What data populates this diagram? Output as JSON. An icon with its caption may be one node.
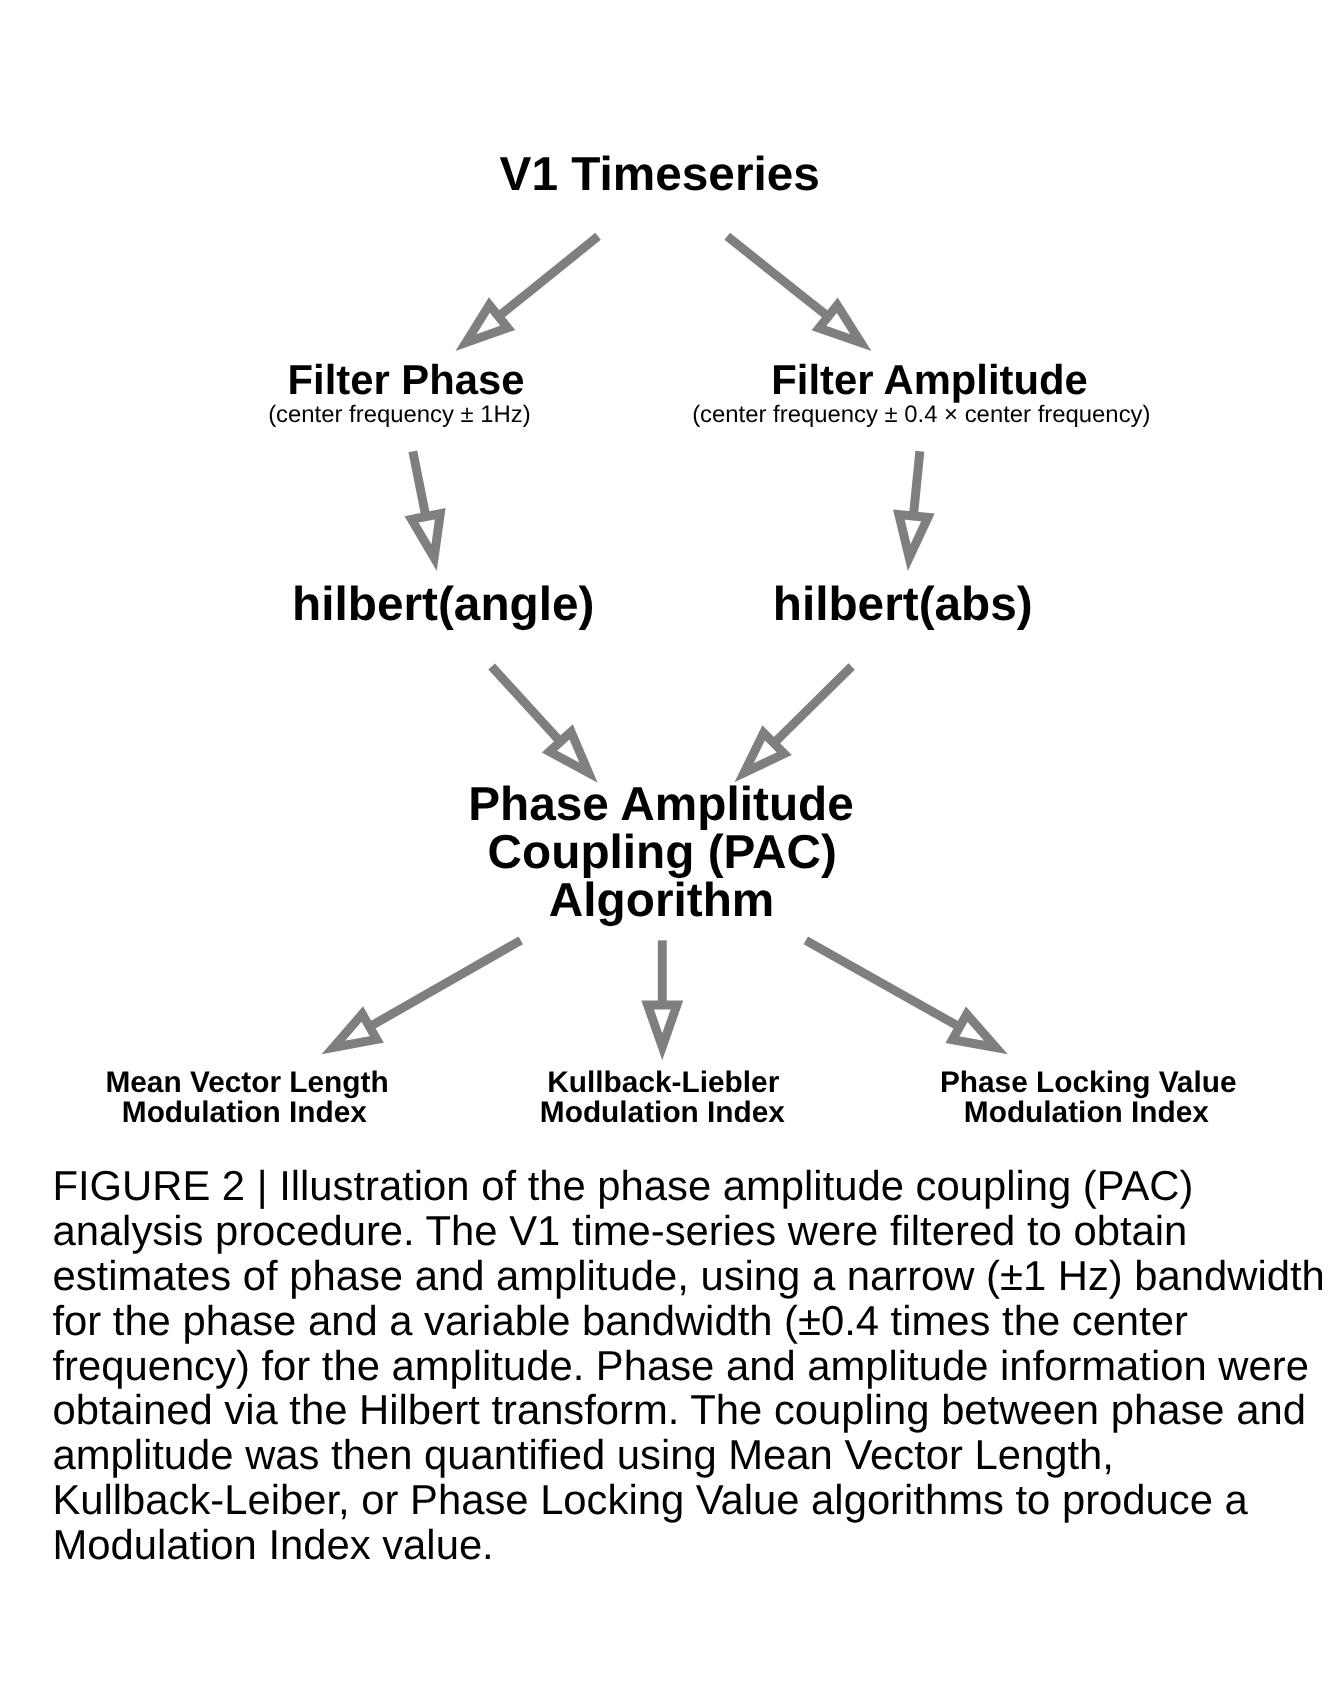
{
  "diagram": {
    "caption": "FIGURE 2 | Illustration of the phase amplitude coupling (PAC) analysis procedure. The V1 time-series were filtered to obtain estimates of phase and amplitude, using a narrow (±1 Hz) bandwidth for the phase and a variable bandwidth (±0.4 times the center frequency) for the amplitude. Phase and amplitude information were obtained via the Hilbert transform. The coupling between phase and amplitude was then quantified using Mean Vector Length, Kullback-Leiber, or Phase Locking Value algorithms to produce a Modulation Index value.",
    "nodes": [
      {
        "text": [
          "V1 Timeseries"
        ]
      },
      {
        "text": [
          "Filter Phase",
          "(center frequency ± 1Hz)"
        ]
      },
      {
        "text": [
          "Filter Amplitude",
          "(center frequency ± 0.4 × center frequency)"
        ]
      },
      {
        "text": [
          "hilbert(angle)"
        ]
      },
      {
        "text": [
          "hilbert(abs)"
        ]
      },
      {
        "text": [
          "Phase Amplitude Coupling (PAC) Algorithm"
        ]
      },
      {
        "text": [
          "Mean Vector Length Modulation Index"
        ]
      },
      {
        "text": [
          "Kullback-Liebler Modulation Index"
        ]
      },
      {
        "text": [
          "Phase Locking Value Modulation Index"
        ]
      }
    ],
    "edges": [
      {
        "from": 0,
        "to": 1,
        "arrow": "to"
      },
      {
        "from": 0,
        "to": 2,
        "arrow": "to"
      },
      {
        "from": 1,
        "to": 3,
        "arrow": "to"
      },
      {
        "from": 2,
        "to": 4,
        "arrow": "to"
      },
      {
        "from": 3,
        "to": 5,
        "arrow": "to"
      },
      {
        "from": 4,
        "to": 5,
        "arrow": "to"
      },
      {
        "from": 5,
        "to": 6,
        "arrow": "to"
      },
      {
        "from": 5,
        "to": 7,
        "arrow": "to"
      },
      {
        "from": 5,
        "to": 8,
        "arrow": "to"
      }
    ]
  }
}
